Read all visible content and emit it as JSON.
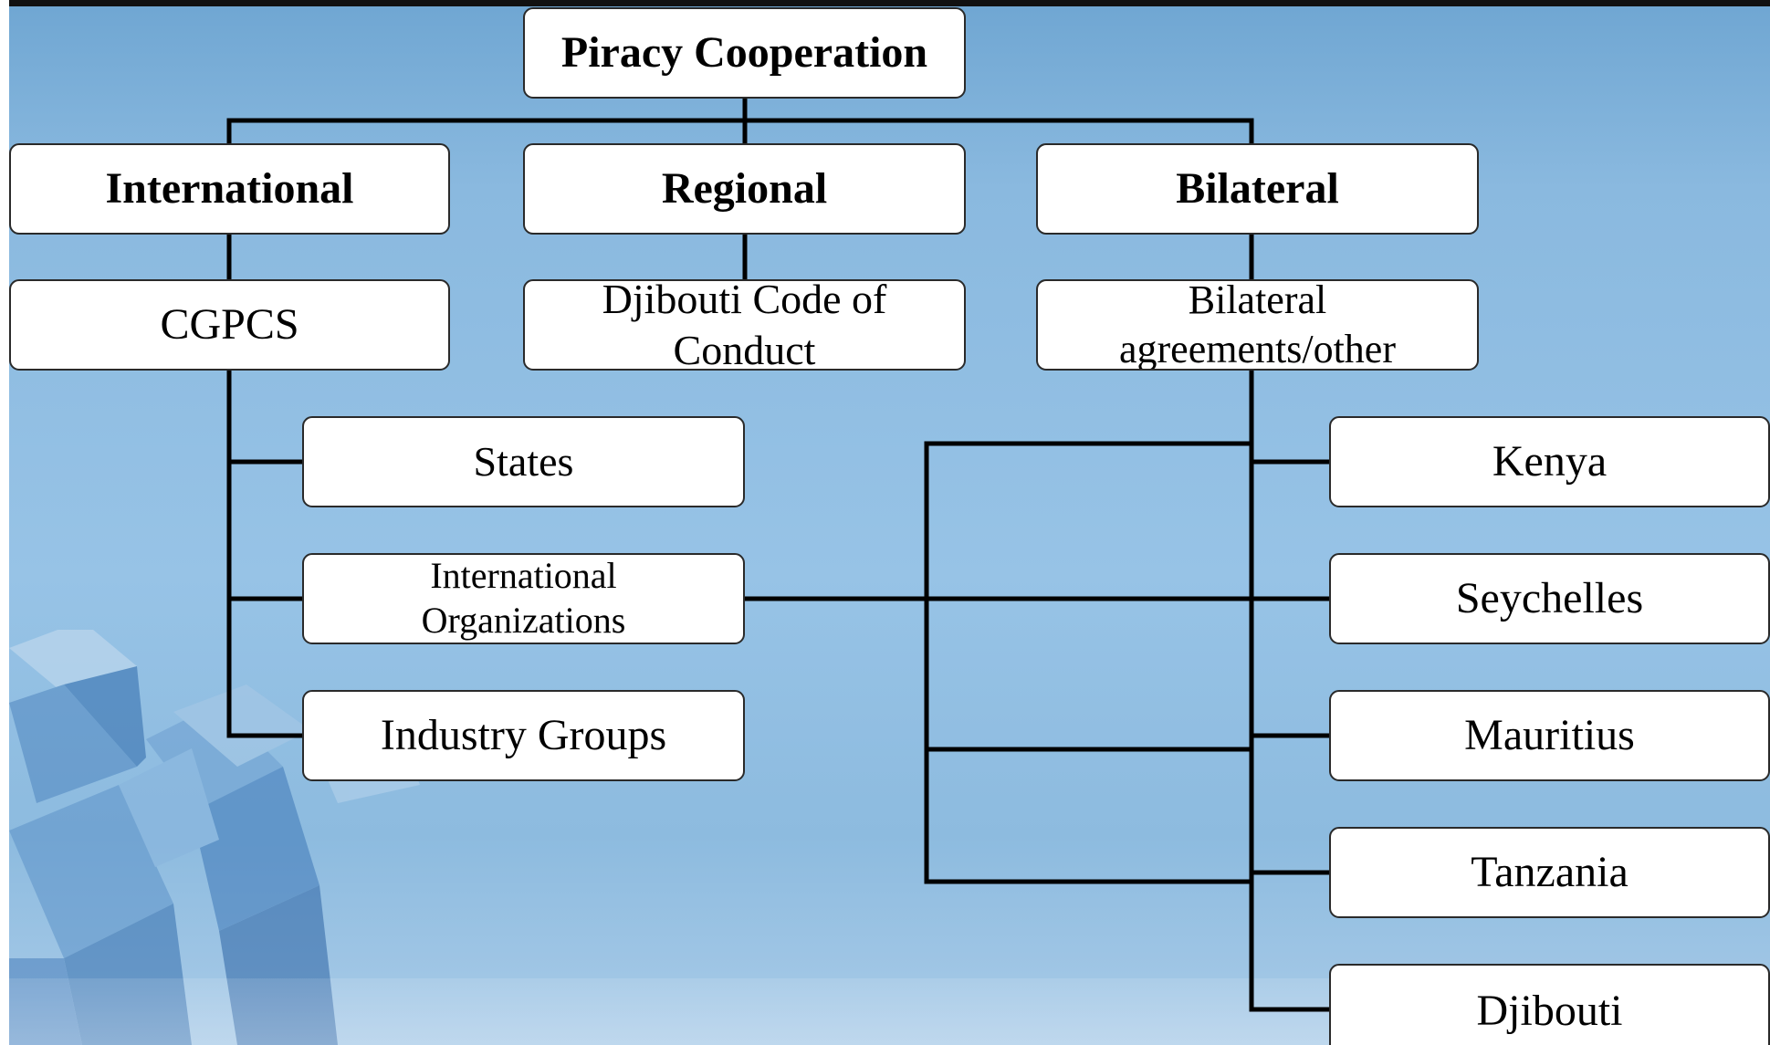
{
  "diagram": {
    "root": "Piracy Cooperation",
    "categories": {
      "international": "International",
      "regional": "Regional",
      "bilateral": "Bilateral"
    },
    "frameworks": {
      "cgpcs": "CGPCS",
      "djibouti_code": "Djibouti Code of Conduct",
      "bilateral_agreements": "Bilateral agreements/other"
    },
    "cgpcs_members": {
      "states": "States",
      "international_organizations": "International Organizations",
      "industry_groups": "Industry Groups"
    },
    "bilateral_partners": {
      "kenya": "Kenya",
      "seychelles": "Seychelles",
      "mauritius": "Mauritius",
      "tanzania": "Tanzania",
      "djibouti": "Djibouti"
    }
  },
  "colors": {
    "background": "#8ab9df",
    "box_fill": "#ffffff",
    "line": "#000000"
  }
}
